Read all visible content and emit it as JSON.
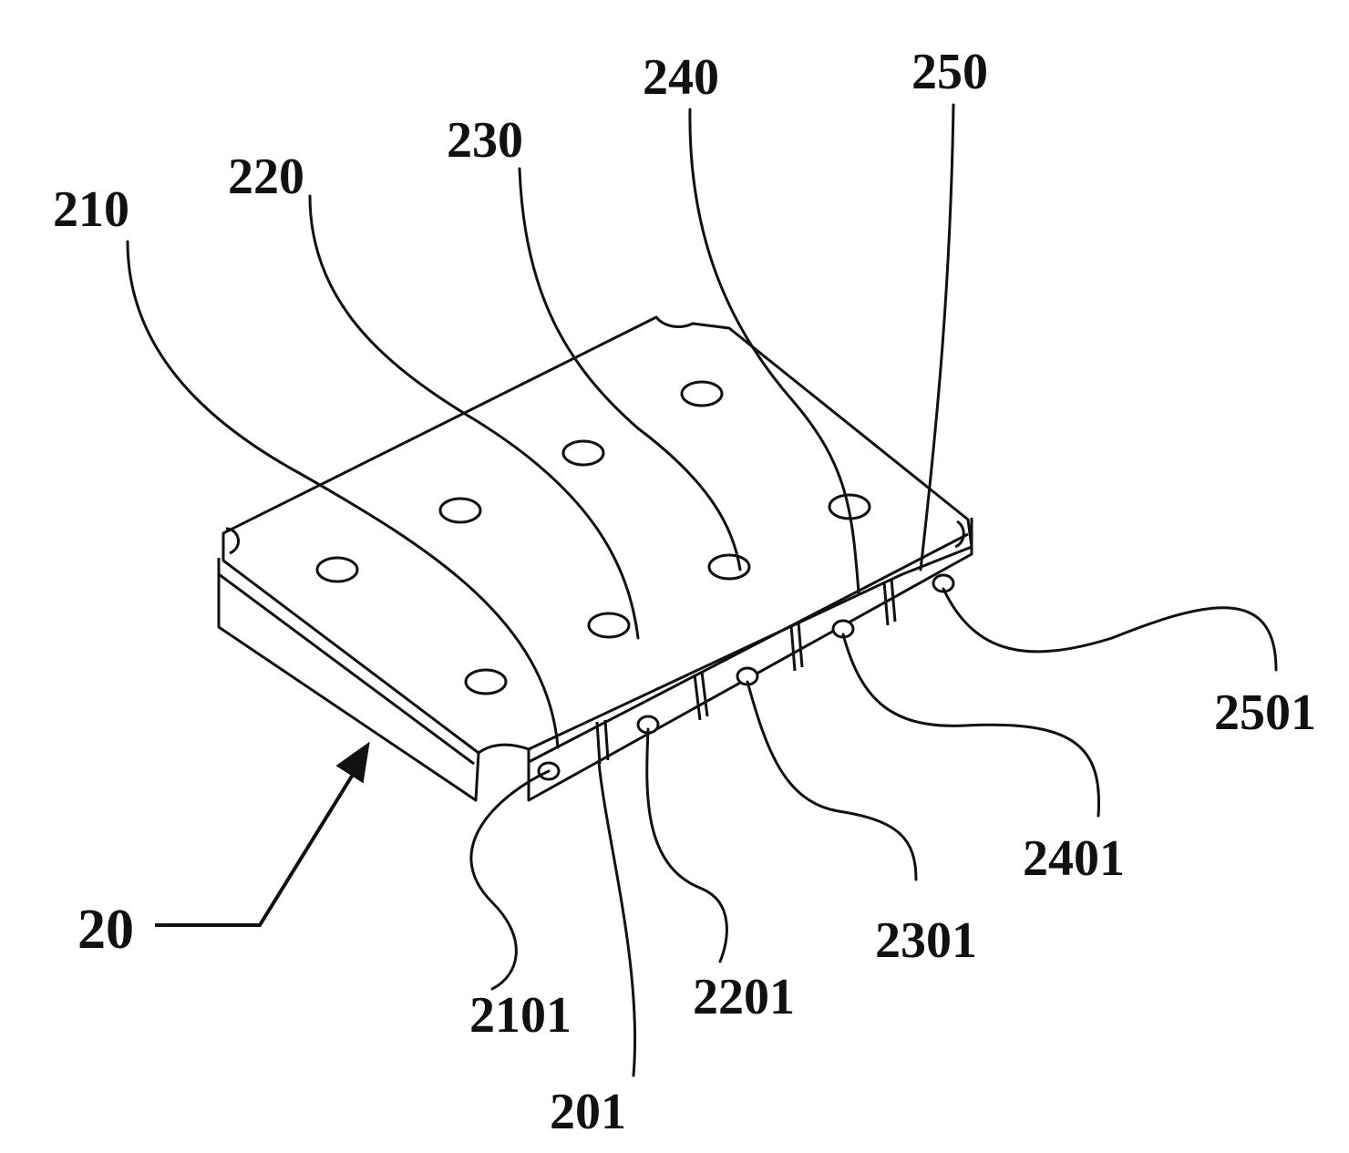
{
  "figure": {
    "line_color": "#111111",
    "background": "#ffffff",
    "main_label": "20",
    "top_labels": {
      "l210": "210",
      "l220": "220",
      "l230": "230",
      "l240": "240",
      "l250": "250"
    },
    "bottom_labels": {
      "l2101": "2101",
      "l201": "201",
      "l2201": "2201",
      "l2301": "2301",
      "l2401": "2401",
      "l2501": "2501"
    }
  }
}
